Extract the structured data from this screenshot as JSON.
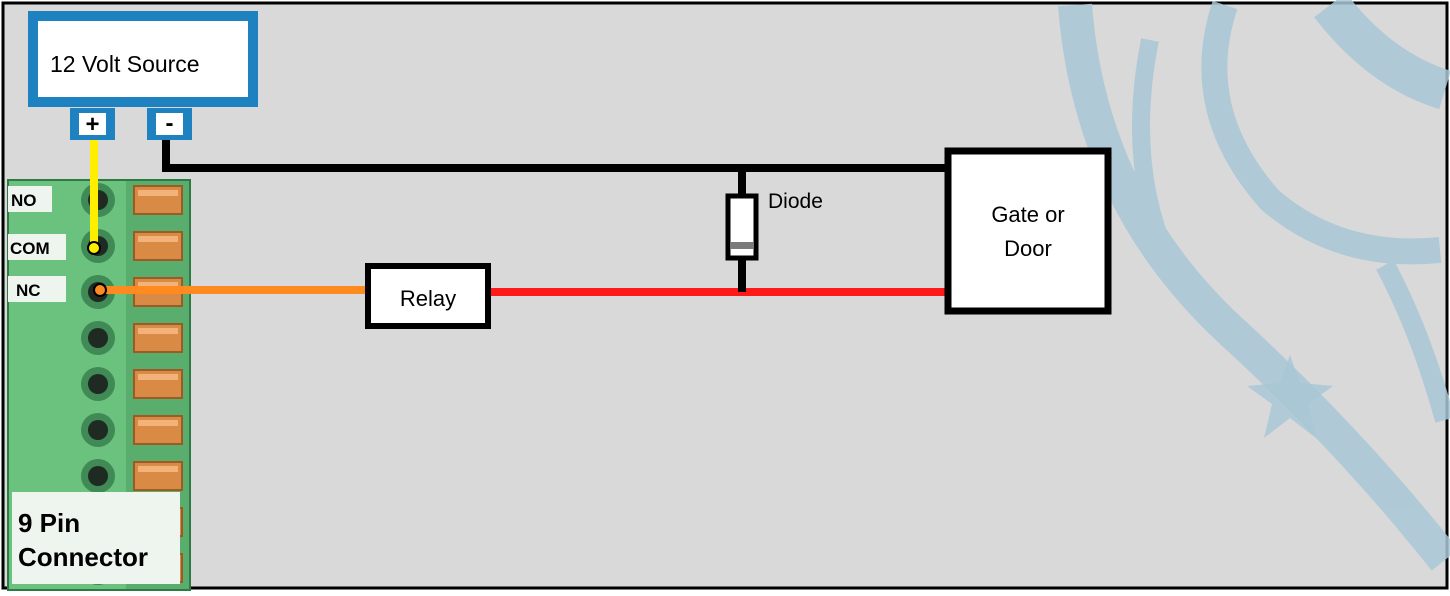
{
  "source": {
    "label": "12 Volt Source",
    "positive_terminal": "+",
    "negative_terminal": "-"
  },
  "connector": {
    "label_line1": "9 Pin",
    "label_line2": "Connector",
    "pin_labels": [
      "NO",
      "COM",
      "NC"
    ],
    "pin_count": 9
  },
  "relay": {
    "label": "Relay"
  },
  "diode": {
    "label": "Diode"
  },
  "load": {
    "label_line1": "Gate or",
    "label_line2": "Door"
  },
  "colors": {
    "background": "#d9d9d9",
    "source_border": "#1f82c0",
    "wire_positive": "#ffee00",
    "wire_nc": "#ff8a1f",
    "wire_relay_load": "#ff1a1a",
    "wire_negative": "#000000",
    "connector_green": "#6bc27f",
    "pin_copper": "#d98a45",
    "watermark": "#a9c7d6"
  }
}
